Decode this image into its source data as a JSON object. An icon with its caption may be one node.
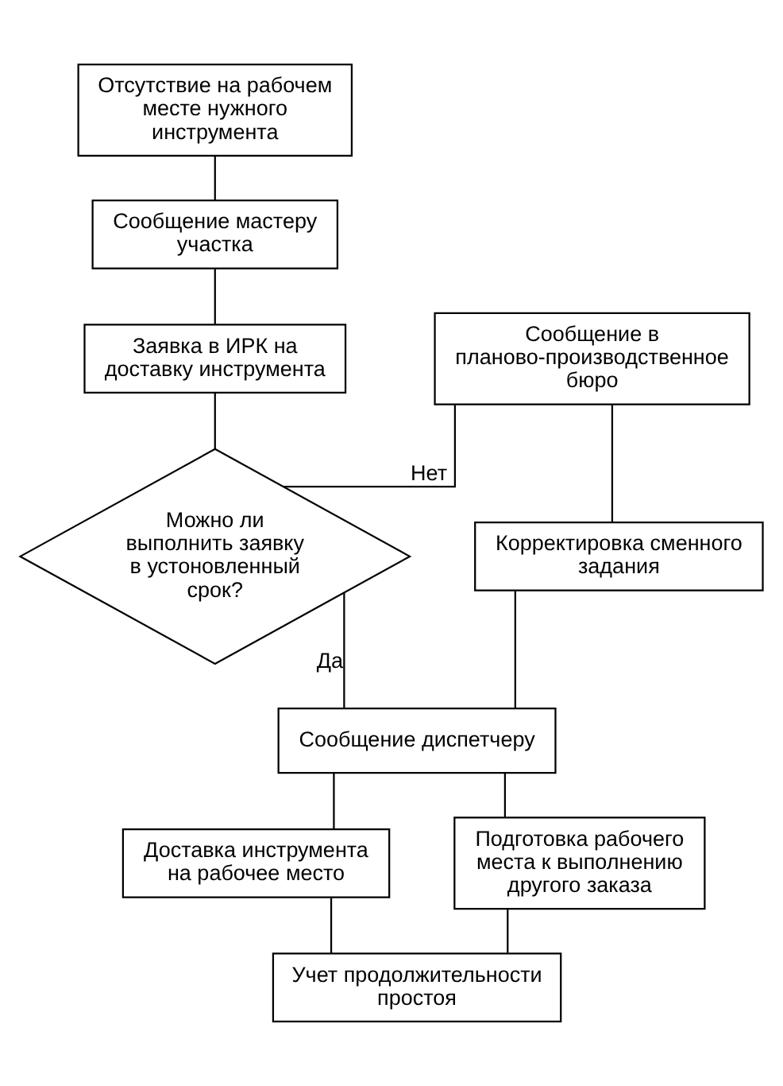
{
  "diagram": {
    "nodes": [
      {
        "text": [
          "Отсутствие на рабочем месте нужного инструмента"
        ]
      },
      {
        "text": [
          "Сообщение мастеру участка"
        ]
      },
      {
        "text": [
          "Заявка в ИРК на доставку инструмента"
        ]
      },
      {
        "text": [
          "Сообщение в планово-производственное бюро"
        ]
      },
      {
        "text": [
          "Можно ли выполнить заявку в устоновленный срок?"
        ]
      },
      {
        "text": [
          "Корректировка сменного задания"
        ]
      },
      {
        "text": [
          "Сообщение диспетчеру"
        ]
      },
      {
        "text": [
          "Доставка инструмента на рабочее место"
        ]
      },
      {
        "text": [
          "Подготовка рабочего места к выполнению другого заказа"
        ]
      },
      {
        "text": [
          "Учет продолжительности простоя"
        ]
      }
    ],
    "edges": [
      {
        "from": 0,
        "to": 1,
        "arrow": "none"
      },
      {
        "from": 1,
        "to": 2,
        "arrow": "none"
      },
      {
        "from": 2,
        "to": 4,
        "arrow": "none"
      },
      {
        "from": 4,
        "to": 3,
        "label": "Нет",
        "arrow": "none"
      },
      {
        "from": 3,
        "to": 5,
        "arrow": "none"
      },
      {
        "from": 4,
        "to": 6,
        "label": "Да",
        "arrow": "none"
      },
      {
        "from": 5,
        "to": 6,
        "arrow": "none"
      },
      {
        "from": 6,
        "to": 7,
        "arrow": "none"
      },
      {
        "from": 6,
        "to": 8,
        "arrow": "none"
      },
      {
        "from": 7,
        "to": 9,
        "arrow": "none"
      },
      {
        "from": 8,
        "to": 9,
        "arrow": "none"
      }
    ]
  }
}
